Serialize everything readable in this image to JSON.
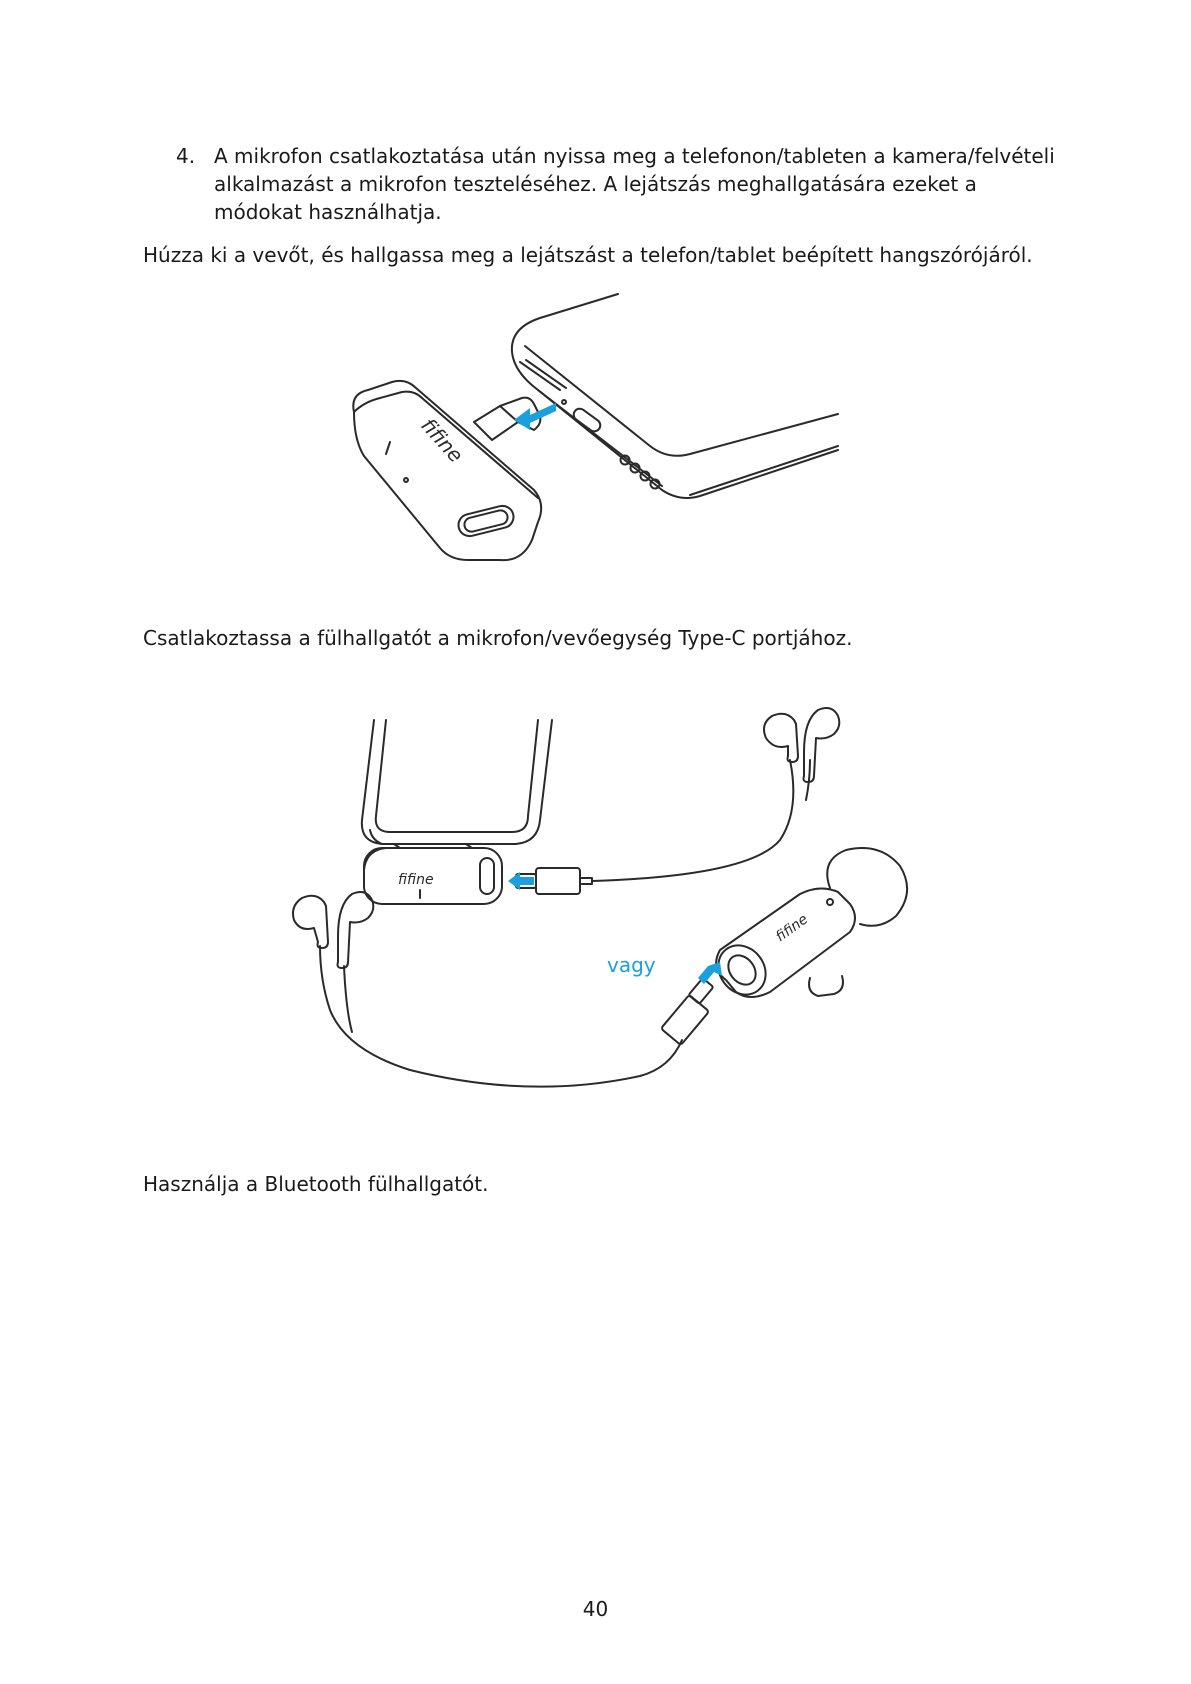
{
  "step4": {
    "number": "4.",
    "text": "A mikrofon csatlakoztatása után nyissa meg a telefonon/tableten a kamera/felvételi alkalmazást a mikrofon teszteléséhez. A lejátszás meghallgatására ezeket a módokat használhatja."
  },
  "paragraphs": {
    "pull_receiver": "Húzza ki a vevőt, és hallgassa meg a lejátszást a telefon/tablet beépített hangszórójáról.",
    "connect_headphones": "Csatlakoztassa a fülhallgatót a mikrofon/vevőegység Type-C portjához.",
    "bluetooth": "Használja a Bluetooth fülhallgatót."
  },
  "figure2": {
    "or_label": "vagy"
  },
  "brand_logo": "fifine",
  "page_number": "40",
  "colors": {
    "text": "#1a1a1a",
    "accent_blue": "#1aa0dc",
    "line": "#2a2a2a"
  }
}
